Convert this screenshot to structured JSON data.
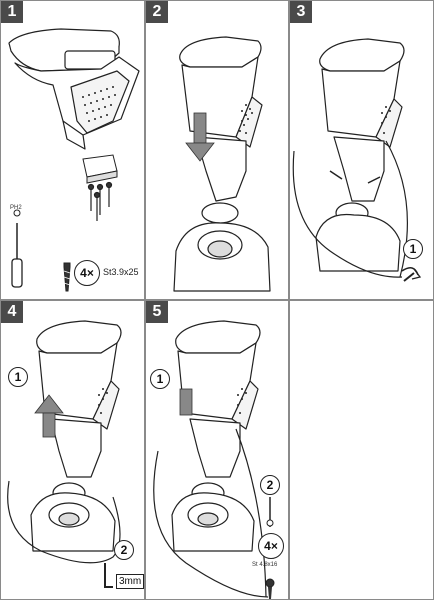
{
  "steps": [
    {
      "number": "1"
    },
    {
      "number": "2"
    },
    {
      "number": "3"
    },
    {
      "number": "4"
    },
    {
      "number": "5"
    }
  ],
  "step1": {
    "tool_label": "PH2",
    "quantity": "4×",
    "screw_spec": "St3.9x25"
  },
  "step3": {
    "callout": "1"
  },
  "step4": {
    "callout_top": "1",
    "callout_bottom": "2",
    "hex_size": "3mm"
  },
  "step5": {
    "callout_top": "1",
    "callout_bottom": "2",
    "quantity": "4×",
    "screw_spec": "St 4.8x16"
  },
  "colors": {
    "badge_bg": "#4a4a4a",
    "line": "#222222",
    "arrow_gray": "#888888"
  },
  "icons": {
    "screwdriver": "screwdriver-icon",
    "screw": "screw-icon",
    "hex_key": "hex-key-icon",
    "rotate": "rotate-icon"
  }
}
